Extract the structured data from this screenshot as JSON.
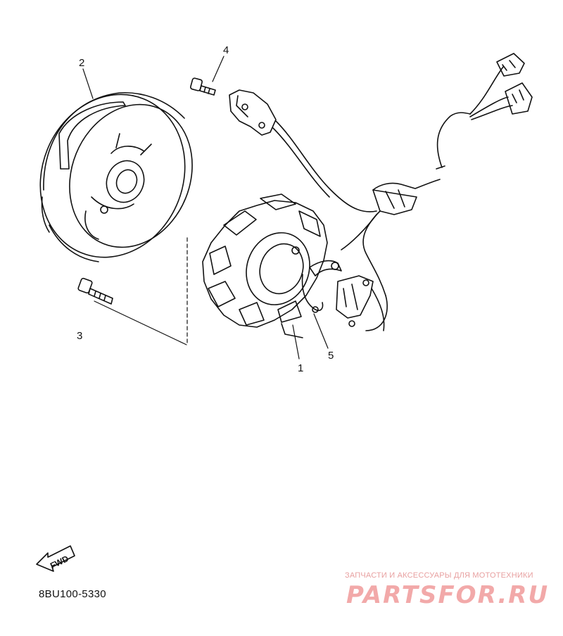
{
  "callouts": {
    "stator": "1",
    "rotor": "2",
    "rotor_bolt": "3",
    "pickup_screw": "4",
    "lead_clamp": "5"
  },
  "fwd_label": "FWD",
  "diagram_code": "8BU100-5330",
  "watermark": {
    "tagline": "ЗАПЧАСТИ И АКСЕССУАРЫ ДЛЯ МОТОТЕХНИКИ",
    "brand": "PARTSFOR.RU",
    "color": "#f2a9a9"
  },
  "line_color": "#111111"
}
